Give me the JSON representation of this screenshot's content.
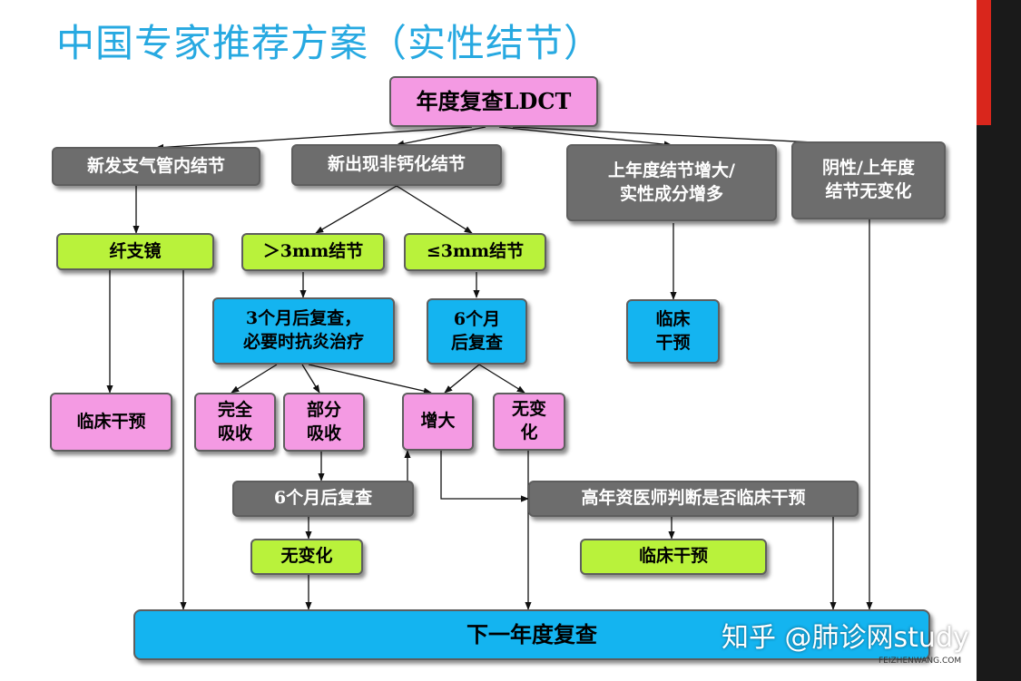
{
  "title": "中国专家推荐方案（实性结节）",
  "nodes": {
    "annual_ldct": "年度复查LDCT",
    "new_bronchial": "新发支气管内结节",
    "new_noncalcified": "新出现非钙化结节",
    "grown_solid": "上年度结节增大/\n实性成分增多",
    "negative": "阴性/上年度\n结节无变化",
    "bronchoscopy": "纤支镜",
    "gt3mm": "＞3mm结节",
    "le3mm": "≤3mm结节",
    "recheck_3m": "3个月后复查，\n必要时抗炎治疗",
    "recheck_6m_a": "6个月\n后复查",
    "clinical_1": "临床\n干预",
    "clinical_2": "临床干预",
    "complete_absorb": "完全\n吸收",
    "partial_absorb": "部分\n吸收",
    "enlarged": "增大",
    "no_change_1": "无变\n化",
    "recheck_6m_b": "6个月后复查",
    "senior_doctor": "高年资医师判断是否临床干预",
    "no_change_2": "无变化",
    "clinical_3": "临床干预",
    "next_year": "下一年度复查"
  },
  "watermark": {
    "text": "知乎 @肺诊网study",
    "sub": "FEIZHENWANG.COM"
  },
  "colors": {
    "title": "#27a9e1",
    "gray_box": "#6d6d6d",
    "pink_box": "#f49ae3",
    "lime_box": "#b9f23b",
    "blue_box": "#14b4f0",
    "accent_red": "#d9261c"
  }
}
